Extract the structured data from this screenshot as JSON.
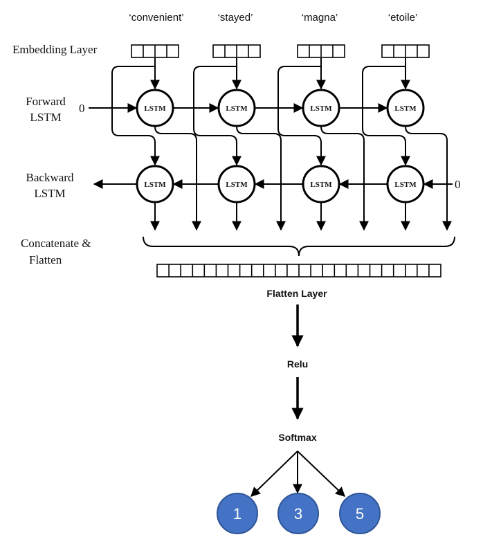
{
  "words": [
    "‘convenient’",
    "‘stayed’",
    "‘magna’",
    "‘etoile’"
  ],
  "labels": {
    "embedding": "Embedding Layer",
    "forward": [
      "Forward",
      "LSTM"
    ],
    "backward": [
      "Backward",
      "LSTM"
    ],
    "concat": [
      "Concatenate &",
      "Flatten"
    ]
  },
  "lstm_label": "LSTM",
  "initial_state": "0",
  "flatten_layer": "Flatten Layer",
  "relu": "Relu",
  "softmax": "Softmax",
  "outputs": [
    "1",
    "3",
    "5"
  ],
  "colors": {
    "output_fill": "#4472C4",
    "output_stroke": "#2F5597"
  }
}
